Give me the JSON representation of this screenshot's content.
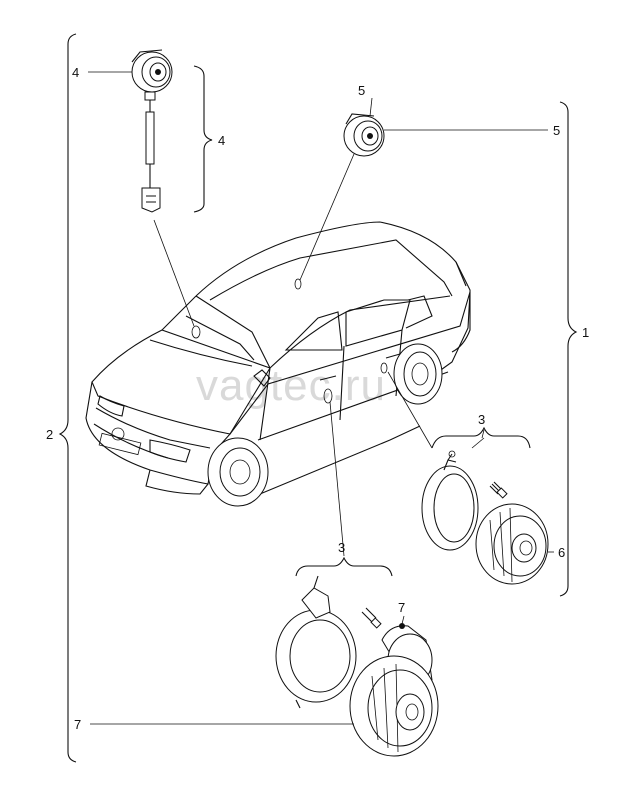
{
  "watermark": "vagtec.ru",
  "labels": {
    "l1": "1",
    "l2": "2",
    "l3a": "3",
    "l3b": "3",
    "l4a": "4",
    "l4b": "4",
    "l5a": "5",
    "l5b": "5",
    "l6": "6",
    "l7a": "7",
    "l7b": "7"
  }
}
